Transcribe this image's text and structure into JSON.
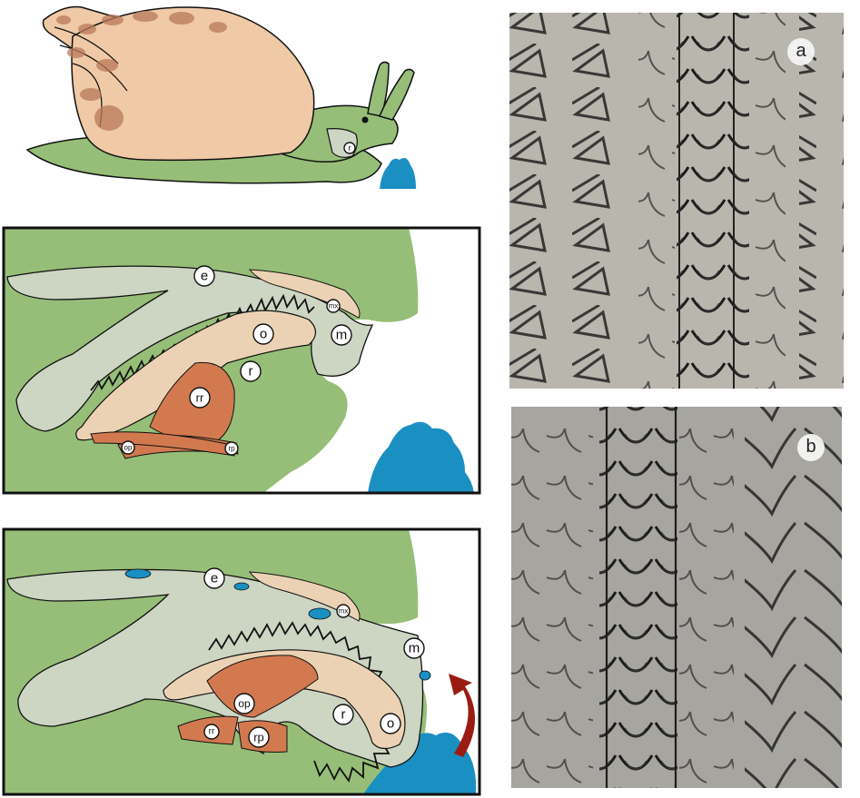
{
  "colors": {
    "body_green": "#96be78",
    "shell": "#f0c9a6",
    "shell_spots": "#b97a5a",
    "esophagus_grey": "#cdd5c3",
    "odontophore": "#ecd2b4",
    "muscle": "#d27950",
    "food_blue": "#1a8fc1",
    "arrow_red": "#9a1b12",
    "outline": "#111111"
  },
  "snail": {
    "radula_label": "r"
  },
  "panel_resting": {
    "labels": {
      "e": "e",
      "mx": "mx",
      "o": "o",
      "m": "m",
      "r": "r",
      "rr": "rr",
      "op": "op",
      "rp": "rp"
    }
  },
  "panel_feeding": {
    "labels": {
      "e": "e",
      "mx": "mx",
      "m": "m",
      "op": "op",
      "rr": "rr",
      "rp": "rp",
      "r": "r",
      "o": "o"
    },
    "arrow": "curved-arrow-icon"
  },
  "micrographs": {
    "a": {
      "letter": "a"
    },
    "b": {
      "letter": "b"
    }
  }
}
